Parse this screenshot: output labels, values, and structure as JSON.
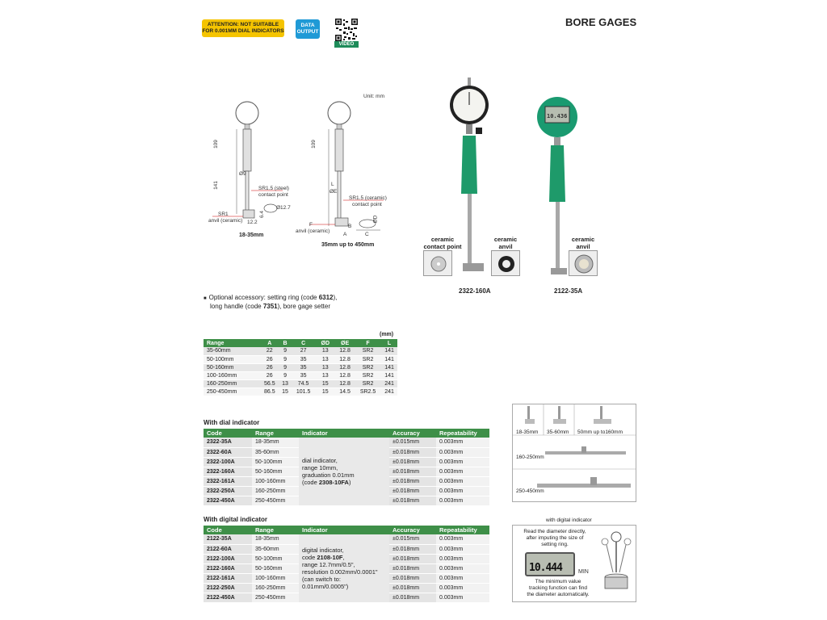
{
  "header": {
    "attention": "ATTENTION: NOT SUITABLE FOR 0.001MM DIAL INDICATORS",
    "data_output": "DATA OUTPUT",
    "video": "VIDEO",
    "title": "BORE GAGES"
  },
  "drawing": {
    "unit": "Unit: mm",
    "left": {
      "dim_109": "109",
      "dim_141": "141",
      "dim_phi9": "Ø9",
      "sr15": "SR1.5 (steel)",
      "contact_point": "contact point",
      "sr1": "SR1",
      "anvil": "anvil (ceramic)",
      "dim_122": "12.2",
      "dim_64": "6.4",
      "phi127": "Ø12.7",
      "caption": "18-35mm"
    },
    "right": {
      "dim_109": "109",
      "dim_L": "L",
      "dim_phiE": "ØE",
      "sr15": "SR1.5 (ceramic)",
      "contact_point": "contact point",
      "F": "F",
      "anvil": "anvil (ceramic)",
      "B": "B",
      "A": "A",
      "C": "C",
      "phiD": "ØD",
      "caption": "35mm up to 450mm"
    }
  },
  "photos": {
    "ceramic_contact_point": "ceramic contact point",
    "ceramic_anvil_1": "ceramic anvil",
    "ceramic_anvil_2": "ceramic anvil",
    "model_1": "2322-160A",
    "model_2": "2122-35A",
    "digital_reading": "10.436"
  },
  "accessory": {
    "line1_prefix": "Optional accessory: setting ring (code ",
    "ring_code": "6312",
    "line1_suffix": "),",
    "line2_prefix": "long handle (code ",
    "handle_code": "7351",
    "line2_suffix": "), bore gage setter"
  },
  "dims_table": {
    "unit": "(mm)",
    "headers": [
      "Range",
      "A",
      "B",
      "C",
      "ØD",
      "ØE",
      "F",
      "L"
    ],
    "rows": [
      [
        "35-60mm",
        "22",
        "9",
        "27",
        "13",
        "12.8",
        "SR2",
        "141"
      ],
      [
        "50-100mm",
        "26",
        "9",
        "35",
        "13",
        "12.8",
        "SR2",
        "141"
      ],
      [
        "50-160mm",
        "26",
        "9",
        "35",
        "13",
        "12.8",
        "SR2",
        "141"
      ],
      [
        "100-160mm",
        "26",
        "9",
        "35",
        "13",
        "12.8",
        "SR2",
        "141"
      ],
      [
        "160-250mm",
        "56.5",
        "13",
        "74.5",
        "15",
        "12.8",
        "SR2",
        "241"
      ],
      [
        "250-450mm",
        "86.5",
        "15",
        "101.5",
        "15",
        "14.5",
        "SR2.5",
        "241"
      ]
    ]
  },
  "dial_table": {
    "title": "With dial indicator",
    "headers": [
      "Code",
      "Range",
      "Indicator",
      "Accuracy",
      "Repeatability"
    ],
    "indicator_lines": [
      "dial indicator,",
      "range 10mm,",
      "graduation 0.01mm"
    ],
    "indicator_code_prefix": "(code ",
    "indicator_code": "2308-10FA",
    "indicator_code_suffix": ")",
    "rows": [
      [
        "2322-35A",
        "18-35mm",
        "±0.015mm",
        "0.003mm"
      ],
      [
        "2322-60A",
        "35-60mm",
        "±0.018mm",
        "0.003mm"
      ],
      [
        "2322-100A",
        "50-100mm",
        "±0.018mm",
        "0.003mm"
      ],
      [
        "2322-160A",
        "50-160mm",
        "±0.018mm",
        "0.003mm"
      ],
      [
        "2322-161A",
        "100-160mm",
        "±0.018mm",
        "0.003mm"
      ],
      [
        "2322-250A",
        "160-250mm",
        "±0.018mm",
        "0.003mm"
      ],
      [
        "2322-450A",
        "250-450mm",
        "±0.018mm",
        "0.003mm"
      ]
    ]
  },
  "digital_table": {
    "title": "With digital indicator",
    "headers": [
      "Code",
      "Range",
      "Indicator",
      "Accuracy",
      "Repeatability"
    ],
    "indicator_line1": "digital indicator,",
    "indicator_code_prefix": "code ",
    "indicator_code": "2108-10F",
    "indicator_code_suffix": ",",
    "indicator_lines_rest": [
      "range 12.7mm/0.5\",",
      "resolution 0.002mm/0.0001\"",
      "(can switch to:",
      "0.01mm/0.0005\")"
    ],
    "rows": [
      [
        "2122-35A",
        "18-35mm",
        "±0.015mm",
        "0.003mm"
      ],
      [
        "2122-60A",
        "35-60mm",
        "±0.018mm",
        "0.003mm"
      ],
      [
        "2122-100A",
        "50-100mm",
        "±0.018mm",
        "0.003mm"
      ],
      [
        "2122-160A",
        "50-160mm",
        "±0.018mm",
        "0.003mm"
      ],
      [
        "2122-161A",
        "100-160mm",
        "±0.018mm",
        "0.003mm"
      ],
      [
        "2122-250A",
        "160-250mm",
        "±0.018mm",
        "0.003mm"
      ],
      [
        "2122-450A",
        "250-450mm",
        "±0.018mm",
        "0.003mm"
      ]
    ]
  },
  "range_box": {
    "r1": "18-35mm",
    "r2": "35-60mm",
    "r3": "50mm up to160mm",
    "r4": "160-250mm",
    "r5": "250-450mm"
  },
  "digital_box": {
    "label": "with digital indicator",
    "text1": [
      "Read the diameter directly,",
      "after imputing the size of",
      "setting ring."
    ],
    "lcd_value": "10.444",
    "min": "MIN",
    "text2": [
      "The minimum value",
      "tracking function can find",
      "the diameter automatically."
    ]
  }
}
